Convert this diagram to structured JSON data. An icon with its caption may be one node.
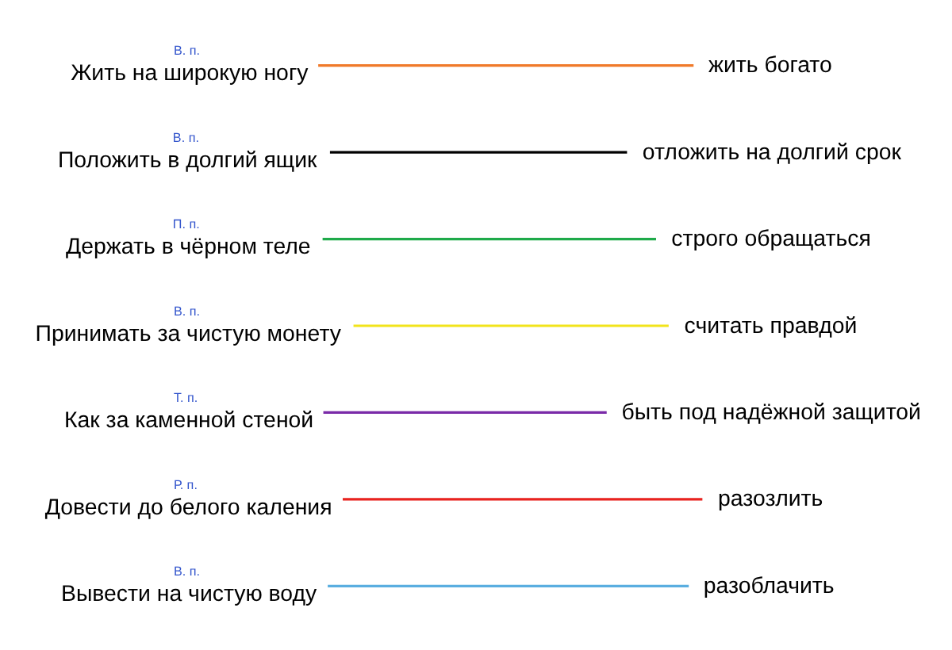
{
  "diagram": {
    "nodes": [
      {
        "text": [
          "Вывести на чистую воду"
        ],
        "beside": [
          "В. п."
        ]
      },
      {
        "text": [
          "Довести до белого каления"
        ],
        "beside": [
          "Р. п."
        ]
      },
      {
        "text": [
          "Как за каменной стеной"
        ],
        "beside": [
          "Т. п."
        ]
      },
      {
        "text": [
          "Принимать за чистую монету"
        ],
        "beside": [
          "В. п."
        ]
      },
      {
        "text": [
          "Держать в чёрном теле"
        ],
        "beside": [
          "П. п."
        ]
      },
      {
        "text": [
          "Положить в долгий ящик"
        ],
        "beside": [
          "В. п."
        ]
      },
      {
        "text": [
          "Жить на широкую ногу"
        ],
        "beside": [
          "В. п."
        ]
      },
      {
        "text": [
          "строго обращаться"
        ]
      },
      {
        "text": [
          "разозлить"
        ]
      },
      {
        "text": [
          "отложить на долгий срок"
        ]
      },
      {
        "text": [
          "считать правдой"
        ]
      },
      {
        "text": [
          "быть под надёжной защитой"
        ]
      },
      {
        "text": [
          "жить богато"
        ]
      },
      {
        "text": [
          "разоблачить"
        ]
      }
    ],
    "edges": [
      {
        "from": 0,
        "to": 13,
        "arrow": "none",
        "color": "#5aaee0"
      },
      {
        "from": 1,
        "to": 8,
        "arrow": "none",
        "color": "#e8231f"
      },
      {
        "from": 2,
        "to": 11,
        "arrow": "none",
        "color": "#7a2aa8"
      },
      {
        "from": 3,
        "to": 10,
        "arrow": "none",
        "color": "#f2e41a"
      },
      {
        "from": 4,
        "to": 7,
        "arrow": "none",
        "color": "#1faa4a"
      },
      {
        "from": 5,
        "to": 9,
        "arrow": "none",
        "color": "#000000"
      },
      {
        "from": 6,
        "to": 12,
        "arrow": "none",
        "color": "#f07a2a"
      }
    ]
  }
}
